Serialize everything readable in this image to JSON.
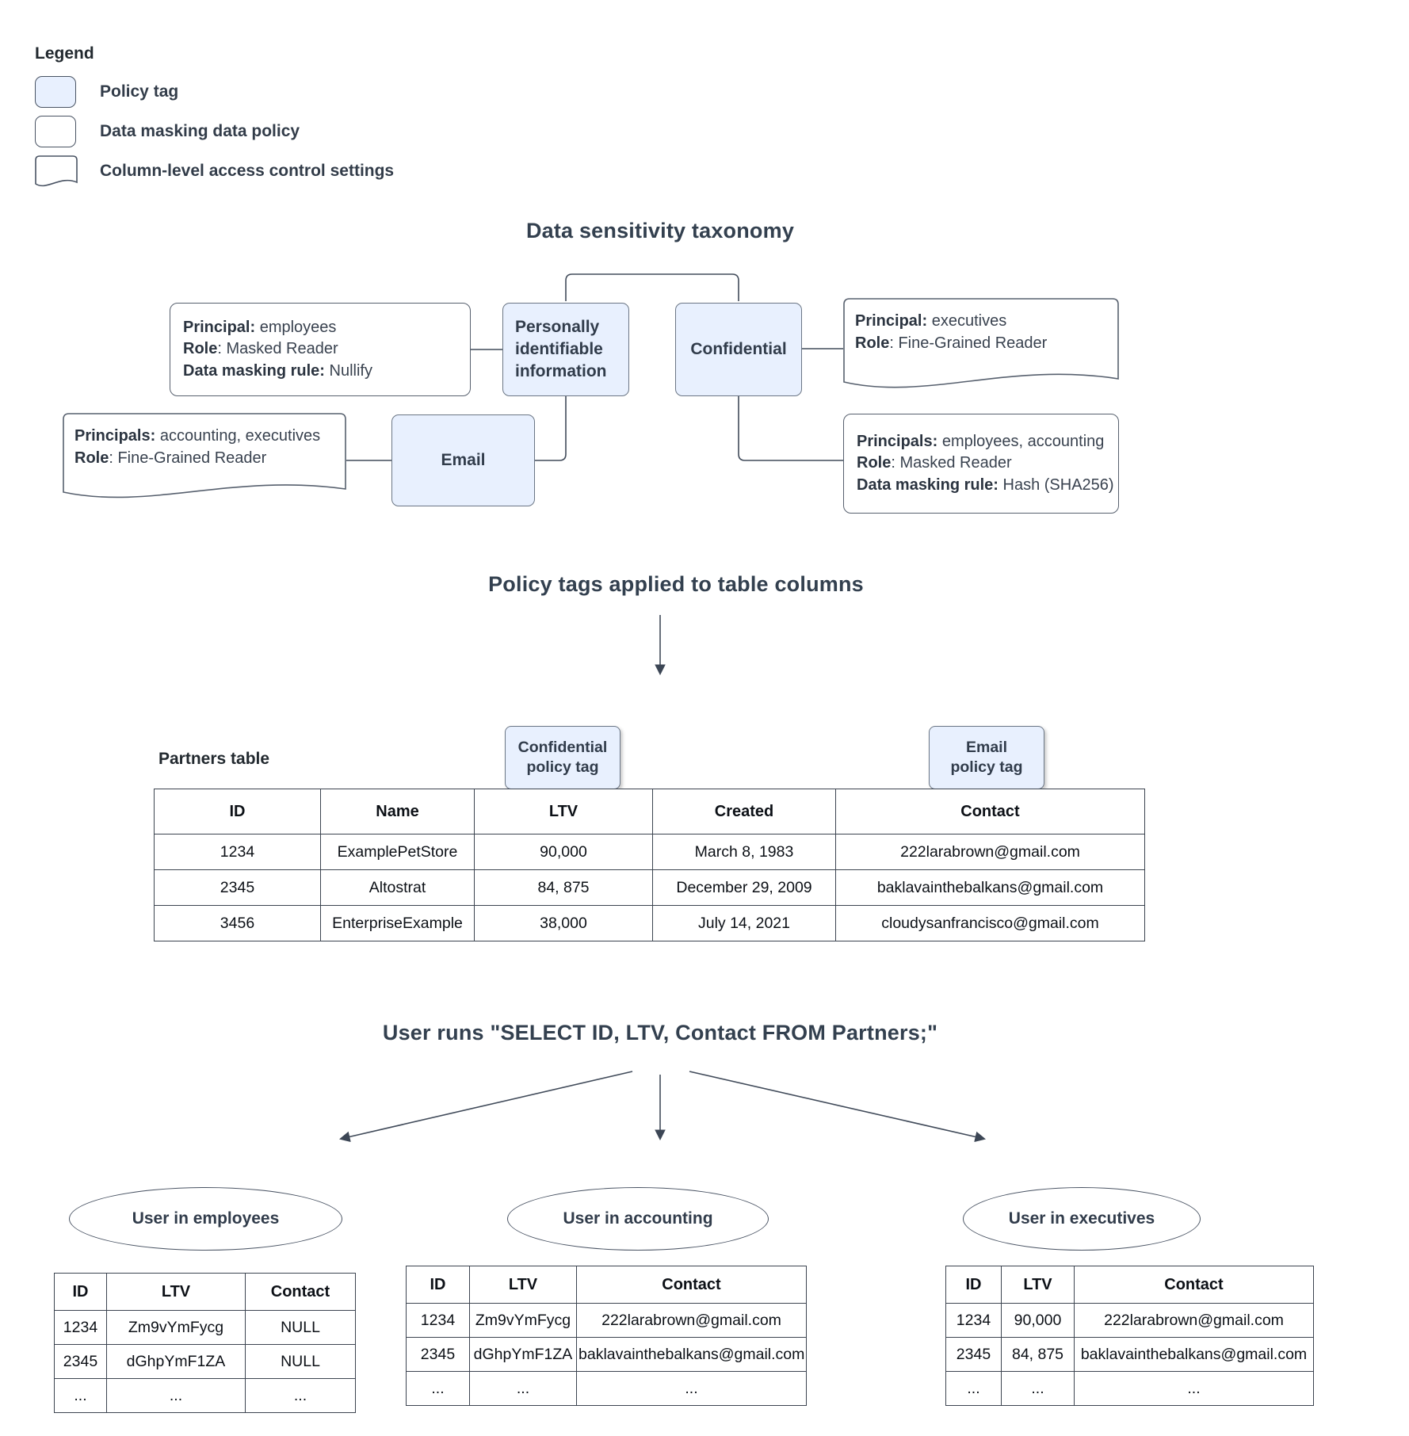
{
  "legend": {
    "title": "Legend",
    "items": [
      {
        "label": "Policy tag",
        "swatch": "policy-tag"
      },
      {
        "label": "Data masking data policy",
        "swatch": "data-masking-policy"
      },
      {
        "label": "Column-level access control settings",
        "swatch": "column-access-control"
      }
    ]
  },
  "colors": {
    "policy_tag_fill": "#e8f0fe",
    "shape_border": "#57606e",
    "table_border": "#3c4450",
    "title_text": "#33404f"
  },
  "taxonomy": {
    "title": "Data sensitivity taxonomy",
    "tags": {
      "pii": "Personally\nidentifiable\ninformation",
      "confidential": "Confidential",
      "email": "Email"
    },
    "policies": {
      "nullify": [
        {
          "b": "Principal:",
          "r": " employees"
        },
        {
          "b": "Role",
          "r": ": Masked Reader"
        },
        {
          "b": "Data masking rule:",
          "r": " Nullify"
        }
      ],
      "executives_access": [
        {
          "b": "Principal:",
          "r": " executives"
        },
        {
          "b": "Role",
          "r": ": Fine-Grained Reader"
        }
      ],
      "accounting_executives_access": [
        {
          "b": "Principals:",
          "r": " accounting, executives"
        },
        {
          "b": "Role",
          "r": ": Fine-Grained Reader"
        }
      ],
      "hash": [
        {
          "b": "Principals:",
          "r": " employees, accounting"
        },
        {
          "b": "Role",
          "r": ": Masked Reader"
        },
        {
          "b": "Data masking rule:",
          "r": " Hash (SHA256)"
        }
      ]
    }
  },
  "applied": {
    "title": "Policy tags applied to table columns",
    "table_label": "Partners table",
    "confidential_tag": [
      "Confidential",
      "policy tag"
    ],
    "email_tag": [
      "Email",
      "policy tag"
    ],
    "partners_table": {
      "headers": [
        "ID",
        "Name",
        "LTV",
        "Created",
        "Contact"
      ],
      "rows": [
        [
          "1234",
          "ExamplePetStore",
          "90,000",
          "March 8, 1983",
          "222larabrown@gmail.com"
        ],
        [
          "2345",
          "Altostrat",
          "84, 875",
          "December 29, 2009",
          "baklavainthebalkans@gmail.com"
        ],
        [
          "3456",
          "EnterpriseExample",
          "38,000",
          "July 14, 2021",
          "cloudysanfrancisco@gmail.com"
        ]
      ]
    }
  },
  "query": {
    "title": "User runs \"SELECT ID, LTV, Contact FROM Partners;\"",
    "results": [
      {
        "user": "User in employees",
        "headers": [
          "ID",
          "LTV",
          "Contact"
        ],
        "rows": [
          [
            "1234",
            "Zm9vYmFycg",
            "NULL"
          ],
          [
            "2345",
            "dGhpYmF1ZA",
            "NULL"
          ],
          [
            "...",
            "...",
            "..."
          ]
        ]
      },
      {
        "user": "User in accounting",
        "headers": [
          "ID",
          "LTV",
          "Contact"
        ],
        "rows": [
          [
            "1234",
            "Zm9vYmFycg",
            "222larabrown@gmail.com"
          ],
          [
            "2345",
            "dGhpYmF1ZA",
            "baklavainthebalkans@gmail.com"
          ],
          [
            "...",
            "...",
            "..."
          ]
        ]
      },
      {
        "user": "User in executives",
        "headers": [
          "ID",
          "LTV",
          "Contact"
        ],
        "rows": [
          [
            "1234",
            "90,000",
            "222larabrown@gmail.com"
          ],
          [
            "2345",
            "84, 875",
            "baklavainthebalkans@gmail.com"
          ],
          [
            "...",
            "...",
            "..."
          ]
        ]
      }
    ]
  }
}
